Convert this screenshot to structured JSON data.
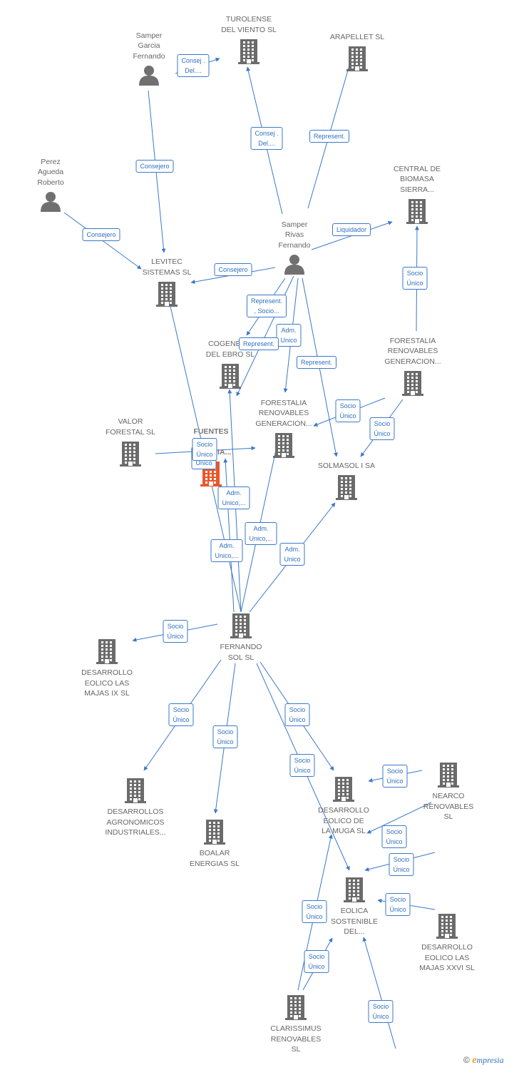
{
  "nodes": [
    {
      "id": "turolense",
      "type": "company",
      "label": "TUROLENSE\nDEL VIENTO SL"
    },
    {
      "id": "arapellet",
      "type": "company",
      "label": "ARAPELLET  SL"
    },
    {
      "id": "samper_garcia",
      "type": "person",
      "label": "Samper\nGarcia\nFernando"
    },
    {
      "id": "perez",
      "type": "person",
      "label": "Perez\nAgueda\nRoberto"
    },
    {
      "id": "central",
      "type": "company",
      "label": "CENTRAL DE\nBIOMASA\nSIERRA..."
    },
    {
      "id": "samper_rivas",
      "type": "person",
      "label": "Samper\nRivas\nFernando"
    },
    {
      "id": "levitec",
      "type": "company",
      "label": "LEVITEC\nSISTEMAS  SL"
    },
    {
      "id": "cogener",
      "type": "company",
      "label": "COGENER...\nDEL EBRO  SL"
    },
    {
      "id": "forestalia_top",
      "type": "company",
      "label": "FORESTALIA\nRENOVABLES\nGENERACION..."
    },
    {
      "id": "forestalia_mid",
      "type": "company",
      "label": "FORESTALIA\nRENOVABLES\nGENERACION..."
    },
    {
      "id": "valor",
      "type": "company",
      "label": "VALOR\nFORESTAL SL"
    },
    {
      "id": "fuentes",
      "type": "company",
      "label": "FUENTES\nDE\nENERGIA...",
      "focus": true
    },
    {
      "id": "solmasol",
      "type": "company",
      "label": "SOLMASOL I SA"
    },
    {
      "id": "fernando_sol",
      "type": "company",
      "label": "FERNANDO\nSOL SL"
    },
    {
      "id": "majas_ix",
      "type": "company",
      "label": "DESARROLLO\nEOLICO LAS\nMAJAS IX  SL"
    },
    {
      "id": "agronomicos",
      "type": "company",
      "label": "DESARROLLOS\nAGRONOMICOS\nINDUSTRIALES..."
    },
    {
      "id": "boalar",
      "type": "company",
      "label": "BOALAR\nENERGIAS  SL"
    },
    {
      "id": "muga",
      "type": "company",
      "label": "DESARROLLO\nEOLICO DE\nLA MUGA SL"
    },
    {
      "id": "nearco",
      "type": "company",
      "label": "NEARCO\nRENOVABLES\nSL"
    },
    {
      "id": "eolica",
      "type": "company",
      "label": "EOLICA\nSOSTENIBLE\nDEL..."
    },
    {
      "id": "majas_xxvi",
      "type": "company",
      "label": "DESARROLLO\nEOLICO LAS\nMAJAS XXVI  SL"
    },
    {
      "id": "clarissimus",
      "type": "company",
      "label": "CLARISSIMUS\nRENOVABLES\nSL"
    }
  ],
  "edges": [
    {
      "label": "Consej .\nDel...."
    },
    {
      "label": "Consej .\nDel...."
    },
    {
      "label": "Represent."
    },
    {
      "label": "Consejero"
    },
    {
      "label": "Consejero"
    },
    {
      "label": "Liquidador"
    },
    {
      "label": "Consejero"
    },
    {
      "label": "Represent.\n, Socio..."
    },
    {
      "label": "Adm.\nUnico"
    },
    {
      "label": "Represent."
    },
    {
      "label": "Represent."
    },
    {
      "label": "Socio\nÚnico"
    },
    {
      "label": "Socio\nÚnico"
    },
    {
      "label": "Socio\nÚnico"
    },
    {
      "label": "Socio\nÚnico"
    },
    {
      "label": "Socio\nÚnico"
    },
    {
      "label": "Adm.\nUnico,..."
    },
    {
      "label": "Adm.\nUnico,..."
    },
    {
      "label": "Adm.\nUnico,..."
    },
    {
      "label": "Adm.\nUnico"
    },
    {
      "label": "Socio\nÚnico"
    },
    {
      "label": "Socio\nÚnico"
    },
    {
      "label": "Socio\nÚnico"
    },
    {
      "label": "Socio\nÚnico"
    },
    {
      "label": "Socio\nÚnico"
    },
    {
      "label": "Socio\nÚnico"
    },
    {
      "label": "Socio\nÚnico"
    },
    {
      "label": "Socio\nÚnico"
    },
    {
      "label": "Socio\nÚnico"
    },
    {
      "label": "Socio\nÚnico"
    },
    {
      "label": "Socio\nÚnico"
    },
    {
      "label": "Socio\nÚnico"
    }
  ],
  "footer": {
    "copyright": "©",
    "brand_initial": "e",
    "brand_rest": "mpresia"
  },
  "colors": {
    "edge": "#3a78c9",
    "company": "#6b6b6b",
    "focus": "#e8572a",
    "person": "#707070"
  }
}
